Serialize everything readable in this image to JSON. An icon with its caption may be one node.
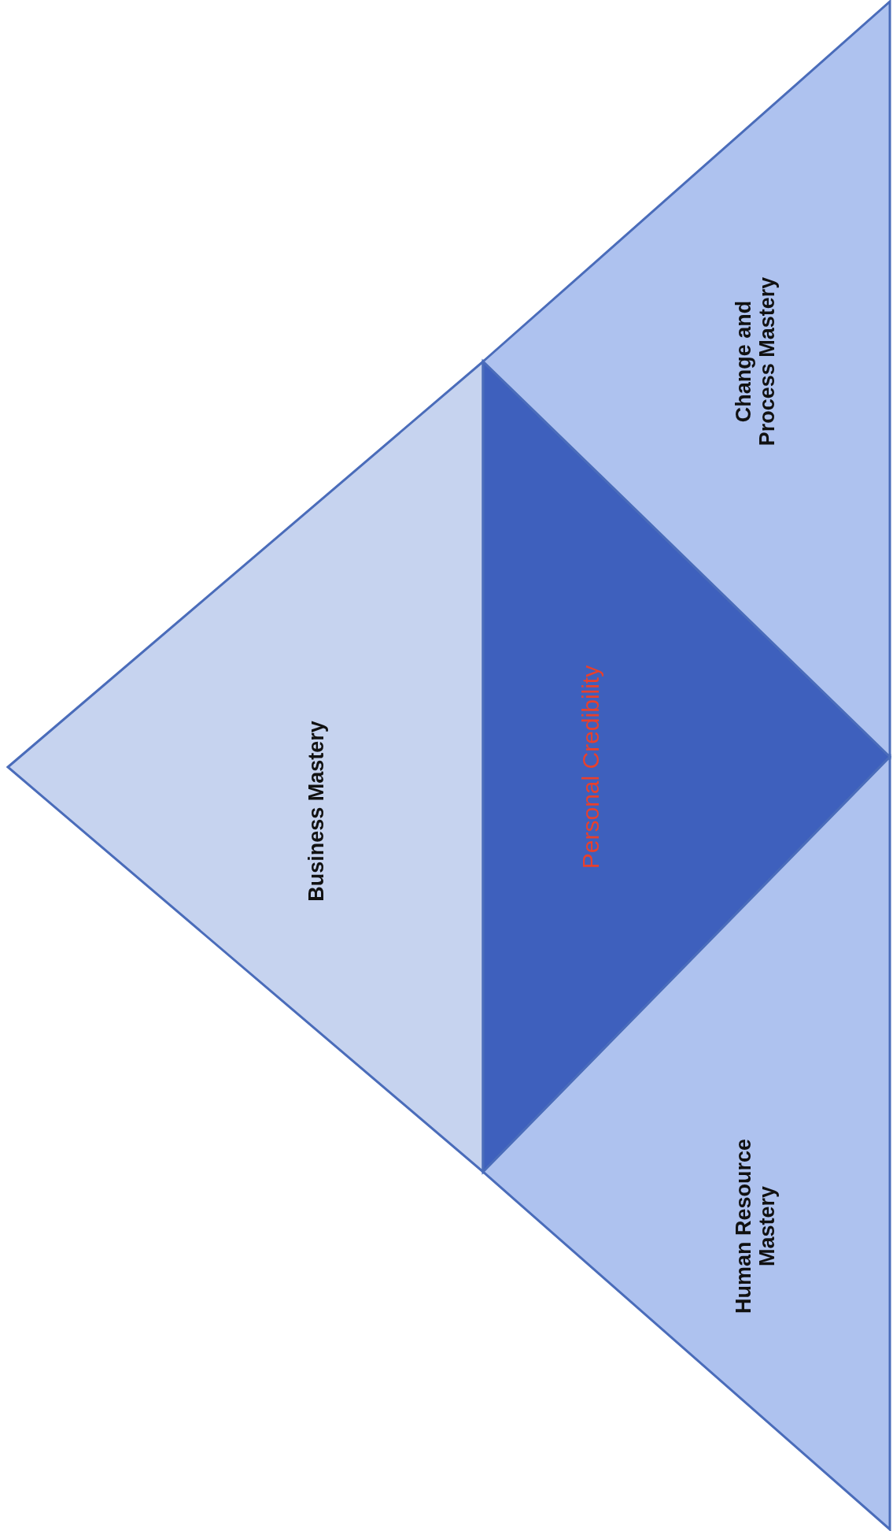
{
  "diagram": {
    "nodes": [
      {
        "text": [
          "Business Mastery"
        ]
      },
      {
        "text": [
          "Personal Credibility"
        ]
      },
      {
        "text": [
          "Human Resource Mastery"
        ]
      },
      {
        "text": [
          "Change and Process Mastery"
        ]
      }
    ]
  }
}
